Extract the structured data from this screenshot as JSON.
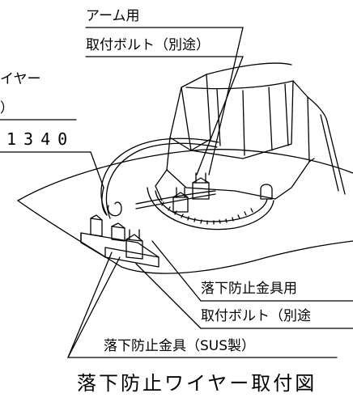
{
  "labels": {
    "arm_bolt_line1": "アーム用",
    "arm_bolt_line2": "取付ボルト（別途）",
    "wire_line1": "イヤー",
    "wire_line2": "）",
    "wire_length": "1340",
    "fitting_bolt_line1": "落下防止金具用",
    "fitting_bolt_line2": "取付ボルト（別途",
    "fitting_part": "落下防止金具（SUS製）"
  },
  "caption": "落下防止ワイヤー取付図"
}
